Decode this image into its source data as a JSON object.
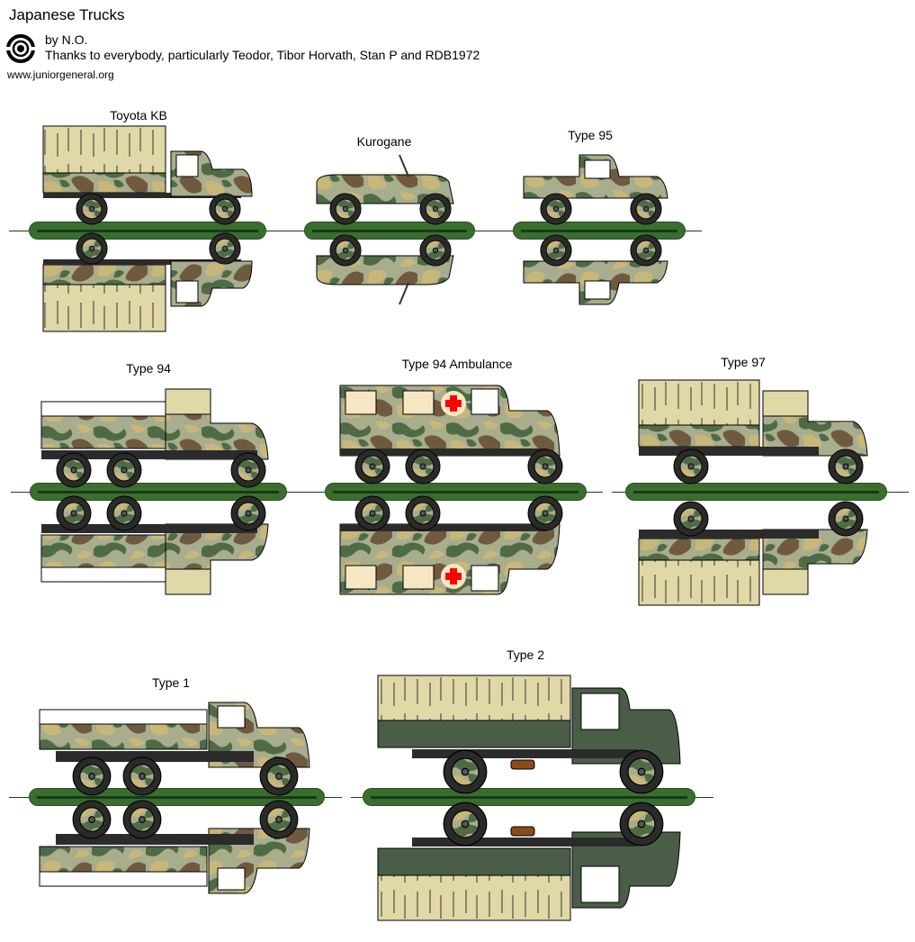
{
  "header": {
    "title": "Japanese Trucks",
    "byline": "by N.O.",
    "thanks": "Thanks to everybody, particularly Teodor, Tibor Horvath, Stan P and RDB1972",
    "url": "www.juniorgeneral.org",
    "logo_icon": "target-icon"
  },
  "colors": {
    "canvas": "#e0d8a6",
    "camo_tan": "#c9b77a",
    "camo_green": "#4f6b45",
    "camo_brown": "#6f5a40",
    "camo_light": "#a7ad8d",
    "olive_drab": "#4a5e47",
    "ground_bar": "#3a6e2e",
    "tire": "#2a2a2a",
    "red_cross": "#ff0000"
  },
  "vehicles": [
    {
      "name": "Toyota KB"
    },
    {
      "name": "Kurogane"
    },
    {
      "name": "Type 95"
    },
    {
      "name": "Type 94"
    },
    {
      "name": "Type 94 Ambulance"
    },
    {
      "name": "Type 97"
    },
    {
      "name": "Type 1"
    },
    {
      "name": "Type 2"
    }
  ]
}
